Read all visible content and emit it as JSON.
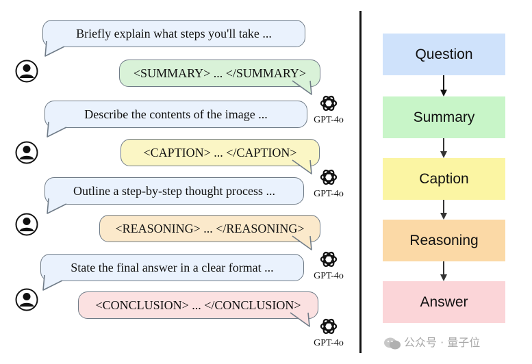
{
  "prompts": [
    "Briefly explain what steps you'll take ...",
    "Describe the contents of the image ...",
    "Outline a step-by-step thought process ...",
    "State the final answer in a clear format ..."
  ],
  "responses": [
    "<SUMMARY> ... </SUMMARY>",
    "<CAPTION> ... </CAPTION>",
    "<REASONING> ... </REASONING>",
    "<CONCLUSION> ... </CONCLUSION>"
  ],
  "model_label": "GPT-4o",
  "flow": [
    {
      "label": "Question",
      "color": "#cfe2fb"
    },
    {
      "label": "Summary",
      "color": "#c8f5c8"
    },
    {
      "label": "Caption",
      "color": "#fbf5a3"
    },
    {
      "label": "Reasoning",
      "color": "#fbd9a6"
    },
    {
      "label": "Answer",
      "color": "#fbd5d8"
    }
  ],
  "watermark": "公众号 · 量子位"
}
